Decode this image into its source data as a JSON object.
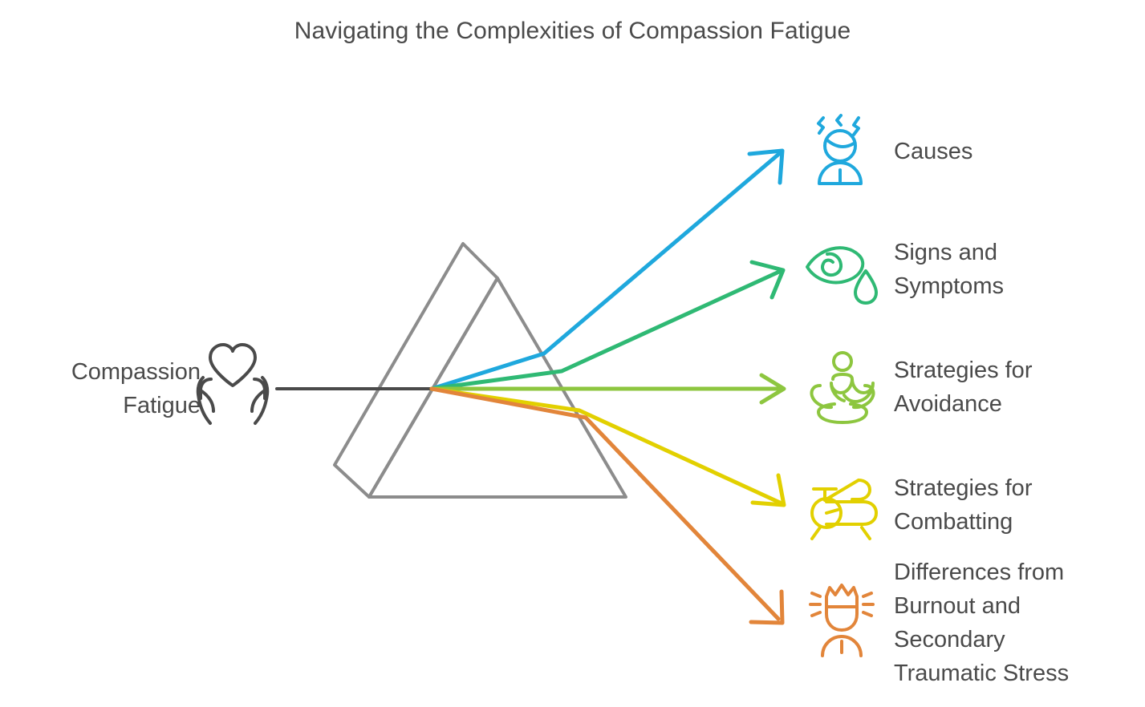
{
  "title": "Navigating the Complexities of Compassion Fatigue",
  "source": {
    "label_line1": "Compassion",
    "label_line2": "Fatigue",
    "icon": "heart-in-hands-icon",
    "icon_color": "#4a4a4a",
    "ray_color": "#4a4a4a"
  },
  "prism": {
    "stroke_color": "#8c8c8c",
    "name": "triangular-prism"
  },
  "branches": [
    {
      "label": "Causes",
      "label_lines": [
        "Causes"
      ],
      "color": "#1fa8dd",
      "icon": "stressed-head-icon"
    },
    {
      "label": "Signs and Symptoms",
      "label_lines": [
        "Signs and",
        "Symptoms"
      ],
      "color": "#2fb974",
      "icon": "crying-eye-icon"
    },
    {
      "label": "Strategies for Avoidance",
      "label_lines": [
        "Strategies for",
        "Avoidance"
      ],
      "color": "#8dc63f",
      "icon": "meditating-person-icon"
    },
    {
      "label": "Strategies for Combatting",
      "label_lines": [
        "Strategies for",
        "Combatting"
      ],
      "color": "#e2d000",
      "icon": "exercise-bike-icon"
    },
    {
      "label": "Differences from Burnout and Secondary Traumatic Stress",
      "label_lines": [
        "Differences from",
        "Burnout and",
        "Secondary",
        "Traumatic Stress"
      ],
      "color": "#e2853a",
      "icon": "burnout-head-icon"
    }
  ],
  "background_color": "#ffffff",
  "text_color": "#4a4a4a"
}
